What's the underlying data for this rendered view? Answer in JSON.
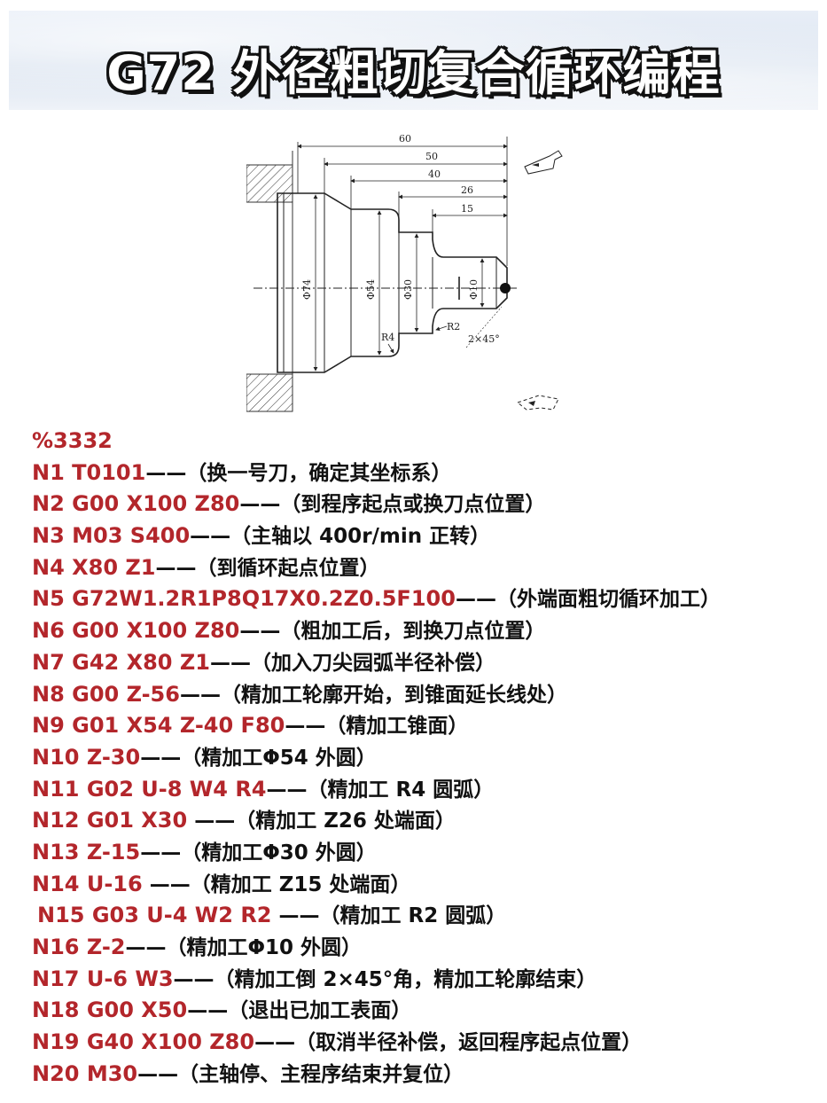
{
  "title": "G72 外径粗切复合循环编程",
  "drawing": {
    "dim_60": "60",
    "dim_50": "50",
    "dim_40": "40",
    "dim_26": "26",
    "dim_15": "15",
    "dia_74": "Φ74",
    "dia_54": "Φ54",
    "dia_30": "Φ30",
    "dia_10": "Φ10",
    "r4": "R4",
    "r2": "R2",
    "chamfer": "2×45°"
  },
  "program": {
    "header": "%3332",
    "lines": [
      {
        "code": "N1 T0101",
        "comment": "——（换一号刀，确定其坐标系）"
      },
      {
        "code": "N2 G00 X100 Z80",
        "comment": "——（到程序起点或换刀点位置）"
      },
      {
        "code": "N3 M03 S400",
        "comment": "——（主轴以 400r/min 正转）"
      },
      {
        "code": "N4 X80 Z1",
        "comment": "——（到循环起点位置）"
      },
      {
        "code": "N5 G72W1.2R1P8Q17X0.2Z0.5F100",
        "comment": "——（外端面粗切循环加工）"
      },
      {
        "code": "N6 G00 X100 Z80",
        "comment": "——（粗加工后，到换刀点位置）"
      },
      {
        "code": "N7 G42 X80 Z1",
        "comment": "——（加入刀尖园弧半径补偿）"
      },
      {
        "code": "N8 G00 Z-56",
        "comment": "——（精加工轮廓开始，到锥面延长线处）"
      },
      {
        "code": "N9 G01 X54 Z-40 F80",
        "comment": "——（精加工锥面）"
      },
      {
        "code": "N10 Z-30",
        "comment": "——（精加工Φ54 外圆）"
      },
      {
        "code": "N11 G02 U-8 W4 R4",
        "comment": "——（精加工 R4 圆弧）"
      },
      {
        "code": "N12 G01 X30",
        "comment": " ——（精加工 Z26 处端面）"
      },
      {
        "code": "N13 Z-15",
        "comment": "——（精加工Φ30 外圆）"
      },
      {
        "code": "N14 U-16",
        "comment": " ——（精加工 Z15 处端面）"
      },
      {
        "code": "N15 G03 U-4 W2 R2",
        "comment": " ——（精加工 R2 圆弧）"
      },
      {
        "code": "N16 Z-2",
        "comment": "——（精加工Φ10 外圆）"
      },
      {
        "code": "N17 U-6 W3",
        "comment": "——（精加工倒 2×45°角，精加工轮廓结束）"
      },
      {
        "code": "N18 G00 X50",
        "comment": "——（退出已加工表面）"
      },
      {
        "code": "N19 G40 X100 Z80",
        "comment": "——（取消半径补偿，返回程序起点位置）"
      },
      {
        "code": "N20 M30",
        "comment": "——（主轴停、主程序结束并复位）"
      }
    ]
  }
}
